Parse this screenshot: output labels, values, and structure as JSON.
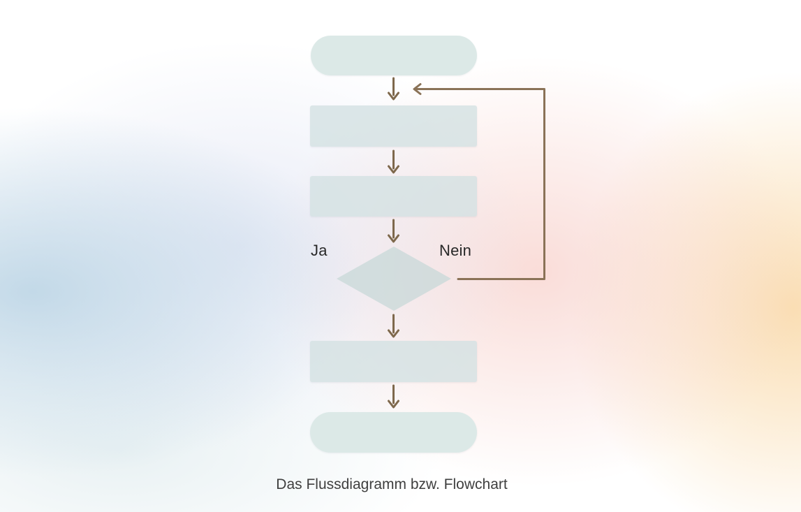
{
  "diagram": {
    "type": "flowchart",
    "caption": "Das Flussdiagramm bzw. Flowchart",
    "decision": {
      "yes_label": "Ja",
      "no_label": "Nein"
    },
    "nodes": [
      {
        "id": "start",
        "shape": "stadium",
        "label": ""
      },
      {
        "id": "process-1",
        "shape": "rectangle",
        "label": ""
      },
      {
        "id": "process-2",
        "shape": "rectangle",
        "label": ""
      },
      {
        "id": "decision-1",
        "shape": "diamond",
        "label": ""
      },
      {
        "id": "process-3",
        "shape": "rectangle",
        "label": ""
      },
      {
        "id": "end",
        "shape": "stadium",
        "label": ""
      }
    ],
    "edges": [
      {
        "from": "start",
        "to": "process-1"
      },
      {
        "from": "process-1",
        "to": "process-2"
      },
      {
        "from": "process-2",
        "to": "decision-1"
      },
      {
        "from": "decision-1",
        "to": "process-3",
        "label": "Ja"
      },
      {
        "from": "decision-1",
        "to": "process-1",
        "label": "Nein",
        "style": "loop-right"
      },
      {
        "from": "process-3",
        "to": "end"
      }
    ],
    "colors": {
      "node_fill_stadium": "#d9e7e5",
      "node_fill_rect": "#d3e1e2",
      "node_fill_diamond": "#c9d8d8",
      "arrow": "#7e684c",
      "loop_arrow": "#8a7257",
      "branch_label_text": "#282828",
      "caption_text": "#3f3f3f"
    }
  }
}
